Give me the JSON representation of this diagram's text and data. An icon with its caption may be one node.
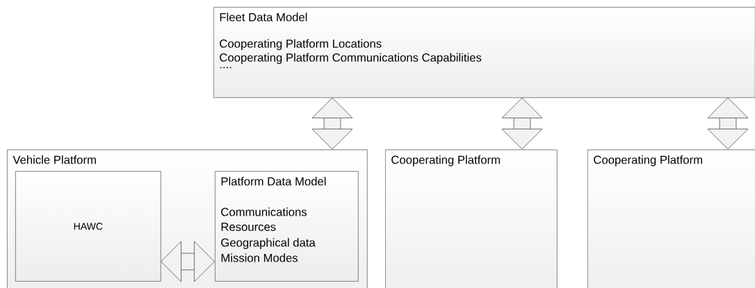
{
  "diagram": {
    "nodes": [
      {
        "text": [
          "Fleet Data Model",
          "Cooperating Platform Locations",
          "Cooperating Platform Communications Capabilities",
          "...."
        ]
      },
      {
        "text": [
          "Vehicle Platform"
        ]
      },
      {
        "text": [
          "HAWC"
        ],
        "in": 1
      },
      {
        "text": [
          "Platform Data Model",
          "Communications",
          "Resources",
          "Geographical data",
          "Mission Modes"
        ],
        "in": 1
      },
      {
        "text": [
          "Cooperating Platform"
        ]
      },
      {
        "text": [
          "Cooperating Platform"
        ]
      }
    ],
    "edges": [
      {
        "from": 0,
        "to": 1,
        "arrow": "both"
      },
      {
        "from": 0,
        "to": 4,
        "arrow": "both"
      },
      {
        "from": 0,
        "to": 5,
        "arrow": "both"
      },
      {
        "from": 2,
        "to": 3,
        "arrow": "both"
      }
    ]
  }
}
